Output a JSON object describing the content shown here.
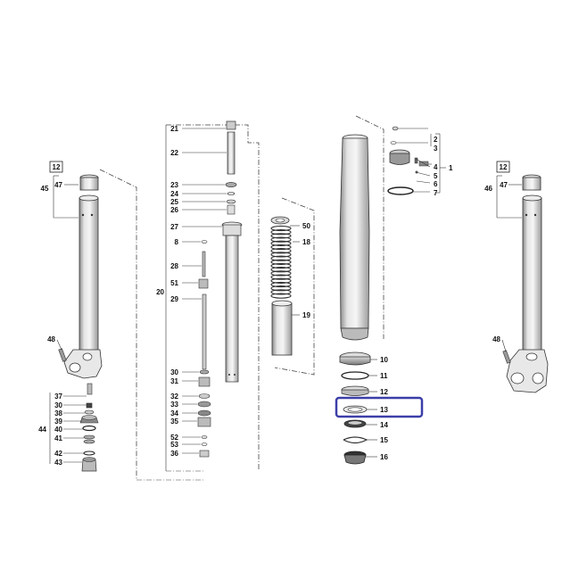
{
  "diagram": {
    "highlight_color": "#3b3fa8",
    "labels": {
      "l12a": "12",
      "l45": "45",
      "l47a": "47",
      "l48a": "48",
      "l37": "37",
      "l30b": "30",
      "l38": "38",
      "l39": "39",
      "l40": "40",
      "l44": "44",
      "l41": "41",
      "l42": "42",
      "l43": "43",
      "l21": "21",
      "l22": "22",
      "l23": "23",
      "l24": "24",
      "l25": "25",
      "l26": "26",
      "l27": "27",
      "l8": "8",
      "l28": "28",
      "l51": "51",
      "l20": "20",
      "l29": "29",
      "l30": "30",
      "l31": "31",
      "l32": "32",
      "l33": "33",
      "l34": "34",
      "l35": "35",
      "l52": "52",
      "l53": "53",
      "l36": "36",
      "l50": "50",
      "l18": "18",
      "l19": "19",
      "l2": "2",
      "l3": "3",
      "l1": "1",
      "l4": "4",
      "l5": "5",
      "l6": "6",
      "l7": "7",
      "l10": "10",
      "l11": "11",
      "l12": "12",
      "l13": "13",
      "l14": "14",
      "l15": "15",
      "l16": "16",
      "l12b": "12",
      "l46": "46",
      "l47b": "47",
      "l48b": "48"
    }
  }
}
